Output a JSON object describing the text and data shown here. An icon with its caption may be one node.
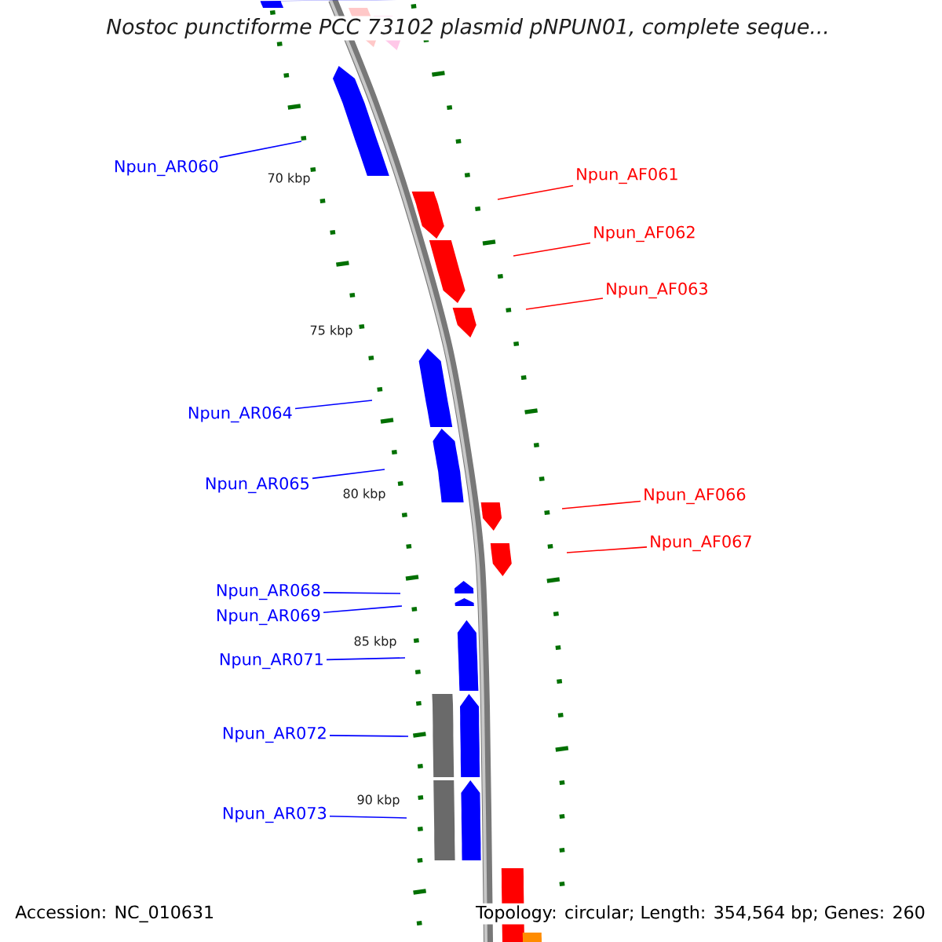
{
  "diagram": {
    "title": "Nostoc punctiforme PCC 73102 plasmid pNPUN01, complete seque...",
    "nodes": [
      {
        "text": [
          "Npun_AR060"
        ]
      },
      {
        "text": [
          "Npun_AF061"
        ]
      },
      {
        "text": [
          "Npun_AF062"
        ]
      },
      {
        "text": [
          "Npun_AF063"
        ]
      },
      {
        "text": [
          "Npun_AR064"
        ]
      },
      {
        "text": [
          "Npun_AR065"
        ]
      },
      {
        "text": [
          "Npun_AF066"
        ]
      },
      {
        "text": [
          "Npun_AF067"
        ]
      },
      {
        "text": [
          "Npun_AR068"
        ]
      },
      {
        "text": [
          "Npun_AR069"
        ]
      },
      {
        "text": [
          "Npun_AR071"
        ]
      },
      {
        "text": [
          "Npun_AR072"
        ]
      },
      {
        "text": [
          "Npun_AR073"
        ]
      }
    ],
    "edges": [
      {
        "from": 0,
        "to": null,
        "arrow": "none"
      },
      {
        "from": 1,
        "to": null,
        "arrow": "none",
        "color": "#ff0000"
      },
      {
        "from": 2,
        "to": null,
        "arrow": "none",
        "color": "#ff0000"
      },
      {
        "from": 3,
        "to": null,
        "arrow": "none",
        "color": "#ff0000"
      },
      {
        "from": 4,
        "to": null,
        "arrow": "none"
      },
      {
        "from": 5,
        "to": null,
        "arrow": "none"
      },
      {
        "from": 6,
        "to": null,
        "arrow": "none",
        "color": "#ff0000"
      },
      {
        "from": 7,
        "to": null,
        "arrow": "none",
        "color": "#ff0000"
      },
      {
        "from": 8,
        "to": null,
        "arrow": "none"
      },
      {
        "from": 9,
        "to": null,
        "arrow": "none"
      },
      {
        "from": 10,
        "to": null,
        "arrow": "none"
      },
      {
        "from": 11,
        "to": null,
        "arrow": "none"
      },
      {
        "from": 12,
        "to": null,
        "arrow": "none"
      }
    ],
    "labels": [
      "70 kbp",
      "75 kbp",
      "80 kbp",
      "85 kbp",
      "90 kbp",
      "Accession: NC_010631",
      "Topology: circular; Length: 354,564 bp; Genes: 260"
    ]
  }
}
